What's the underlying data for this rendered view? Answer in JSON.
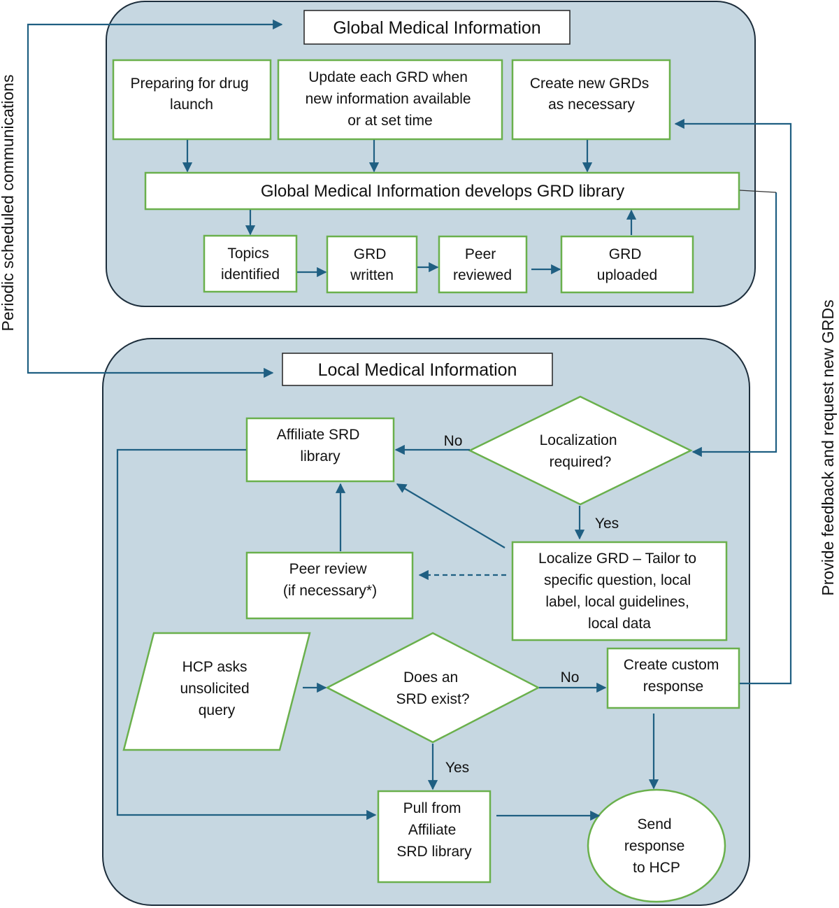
{
  "global_panel": {
    "title": "Global Medical Information",
    "top_boxes": [
      [
        "Preparing for drug",
        "launch"
      ],
      [
        "Update each GRD when",
        "new information available",
        "or at set time"
      ],
      [
        "Create new GRDs",
        "as necessary"
      ]
    ],
    "library": "Global Medical Information develops GRD library",
    "steps": [
      [
        "Topics",
        "identified"
      ],
      [
        "GRD",
        "written"
      ],
      [
        "Peer",
        "reviewed"
      ],
      [
        "GRD",
        "uploaded"
      ]
    ]
  },
  "local_panel": {
    "title": "Local Medical Information",
    "affiliate_library": [
      "Affiliate SRD",
      "library"
    ],
    "localization_decision": [
      "Localization",
      "required?"
    ],
    "no_label_1": "No",
    "yes_label_1": "Yes",
    "peer_review": [
      "Peer review",
      "(if necessary*)"
    ],
    "localize": [
      "Localize GRD – Tailor to",
      "specific question, local",
      "label, local guidelines,",
      "local data"
    ],
    "hcp_query": [
      "HCP asks",
      "unsolicited",
      "query"
    ],
    "srd_decision": [
      "Does an",
      "SRD exist?"
    ],
    "no_label_2": "No",
    "yes_label_2": "Yes",
    "custom_response": [
      "Create custom",
      "response"
    ],
    "pull_library": [
      "Pull from",
      "Affiliate",
      "SRD library"
    ],
    "send_response": [
      "Send",
      "response",
      "to HCP"
    ]
  },
  "side_labels": {
    "left": "Periodic scheduled communications",
    "right": "Provide feedback and request new GRDs"
  },
  "colors": {
    "panel_fill": "#c6d7e1",
    "box_border": "#6ab04c",
    "arrow": "#1f5f82"
  }
}
